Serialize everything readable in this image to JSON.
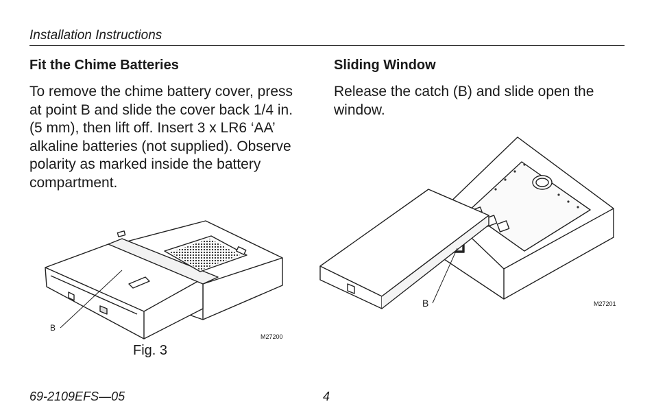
{
  "header": {
    "title": "Installation Instructions"
  },
  "left": {
    "heading": "Fit the Chime Batteries",
    "body": "To remove the chime battery cover, press at point B and slide the cover back 1/4 in. (5 mm), then lift off. Insert 3 x LR6 ‘AA’ alkaline batteries (not supplied). Observe polarity as marked inside the battery compartment.",
    "figure": {
      "callout": "B",
      "code": "M27200",
      "caption": "Fig. 3"
    }
  },
  "right": {
    "heading": "Sliding Window",
    "body": "Release the catch (B) and slide open the window.",
    "figure": {
      "callout": "B",
      "code": "M27201"
    }
  },
  "footer": {
    "doc_number": "69-2109EFS—05",
    "page_number": "4"
  }
}
